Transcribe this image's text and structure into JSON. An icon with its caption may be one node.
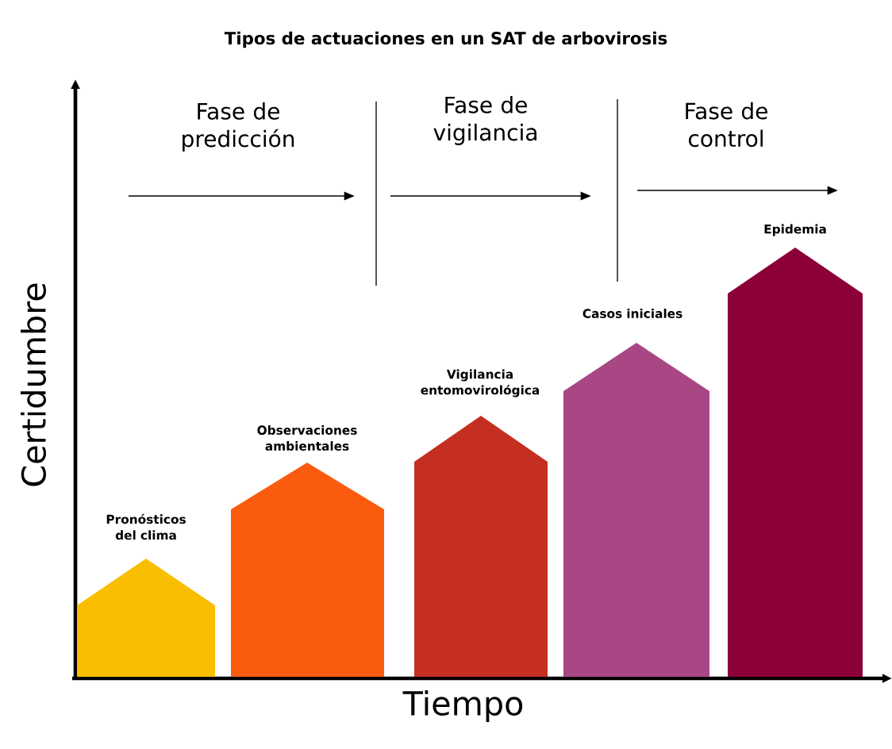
{
  "diagram": {
    "title": "Tipos de actuaciones en un SAT de arbovirosis",
    "nodes": [
      {
        "text": [
          "Pronósticos del clima"
        ]
      },
      {
        "text": [
          "Observaciones ambientales"
        ]
      },
      {
        "text": [
          "Vigilancia entomovirológica"
        ]
      },
      {
        "text": [
          "Casos iniciales"
        ]
      },
      {
        "text": [
          "Epidemia"
        ]
      }
    ],
    "labels": [
      "Fase de predicción",
      "Fase de vigilancia",
      "Fase de control",
      "Certidumbre",
      "Tiempo"
    ]
  }
}
